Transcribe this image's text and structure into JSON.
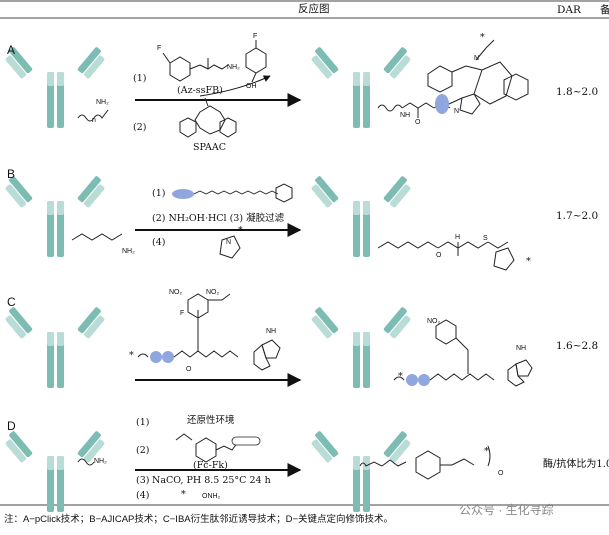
{
  "header": {
    "title": "反应图",
    "dar": "DAR",
    "extra": "备"
  },
  "rows": [
    {
      "label": "A",
      "step1": "(1)",
      "step2": "(2)",
      "reagent": "(Az-ssFB)",
      "method": "SPAAC",
      "dar": "1.8~2.0"
    },
    {
      "label": "B",
      "step1": "(1)",
      "step2_3": "(2) NH₂OH·HCl (3) 凝胶过滤",
      "step4": "(4)",
      "dar": "1.7~2.0"
    },
    {
      "label": "C",
      "dar": "1.6~2.8"
    },
    {
      "label": "D",
      "step1": "(1)",
      "step1_text": "还原性环境",
      "step2": "(2)",
      "reagent": "(Fc-Fk)",
      "step3": "(3)",
      "cond": "NaCO, PH 8.5 25°C 24 h",
      "step4": "(4)",
      "dar": "酶/抗体比为1.0"
    }
  ],
  "atoms": {
    "F": "F",
    "OH": "OH",
    "NH2": "NH₂",
    "NH": "NH",
    "N": "N",
    "O": "O",
    "S": "S",
    "H": "H",
    "NO2": "NO₂",
    "ONH2": "ONH₂",
    "star": "*",
    "n": "n"
  },
  "footnote": "注：A−pClick技术；B−AJICAP技术；C−IBA衍生肽邻近诱导技术；D−关键点定向修饰技术。",
  "watermark": "公众号 · 生化寻踪",
  "colors": {
    "antibody": "#7cbcb2",
    "antibody_light": "#b9dcd6",
    "blob": "#8fa6df",
    "line": "#222222"
  }
}
